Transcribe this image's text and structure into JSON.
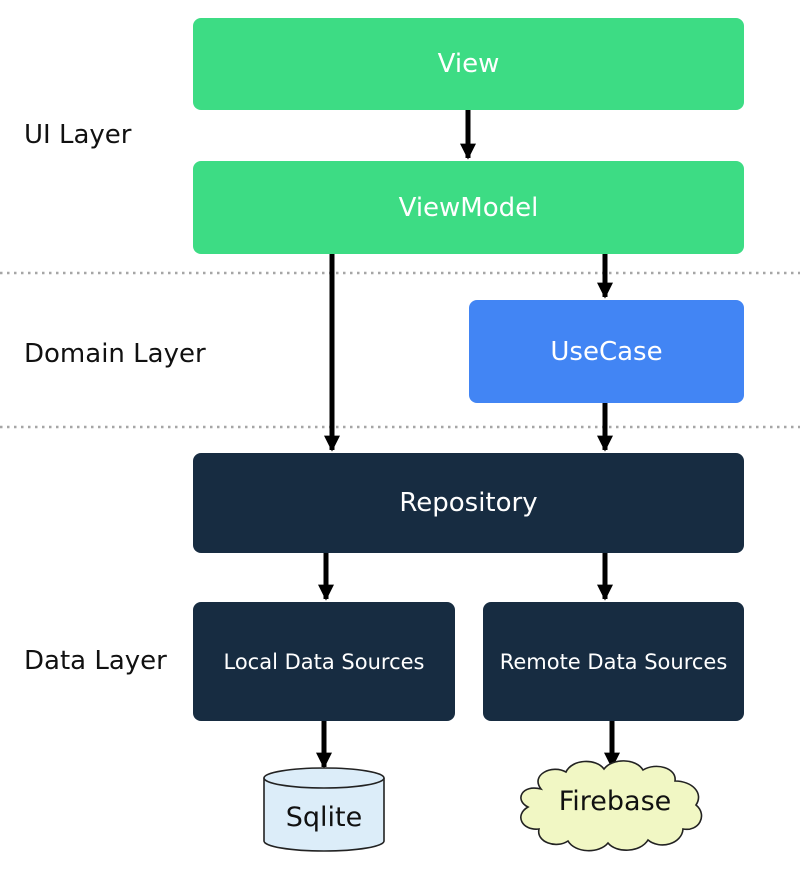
{
  "layers": {
    "ui": "UI Layer",
    "domain": "Domain Layer",
    "data": "Data Layer"
  },
  "nodes": {
    "view": "View",
    "viewmodel": "ViewModel",
    "usecase": "UseCase",
    "repository": "Repository",
    "local": "Local Data Sources",
    "remote": "Remote Data Sources",
    "sqlite": "Sqlite",
    "firebase": "Firebase"
  },
  "colors": {
    "ui_green": "#3ddc84",
    "domain_blue": "#4285f4",
    "data_navy": "#172c41",
    "sqlite_fill": "#dcedf9",
    "firebase_fill": "#f1f7c4"
  }
}
